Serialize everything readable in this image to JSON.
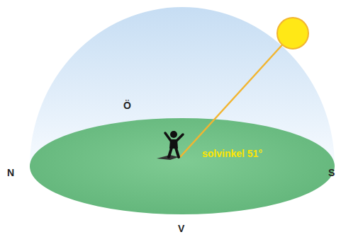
{
  "diagram": {
    "labels": [
      "Ö",
      "N",
      "S",
      "V",
      "solvinkel 51°"
    ]
  }
}
